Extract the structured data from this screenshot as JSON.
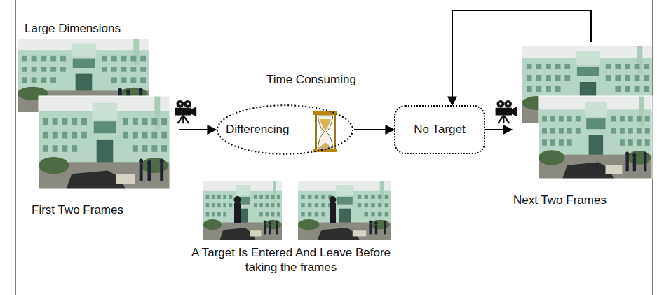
{
  "diagram": {
    "nodes": [
      {
        "text": [
          "Large Dimensions",
          "First Two Frames"
        ]
      },
      {
        "text": [
          "Time Consuming",
          "Differencing"
        ]
      },
      {
        "text": [
          "No Target"
        ]
      },
      {
        "text": [
          "Next Two Frames"
        ]
      }
    ],
    "edges": [
      {
        "from": 0,
        "to": 1,
        "arrow": "to"
      },
      {
        "from": 1,
        "to": 2,
        "arrow": "to"
      },
      {
        "from": 2,
        "to": 3,
        "arrow": "to"
      },
      {
        "from": 3,
        "to": 2,
        "arrow": "to"
      }
    ],
    "labels": [
      "A Target Is Entered And Leave Before taking the frames"
    ]
  }
}
